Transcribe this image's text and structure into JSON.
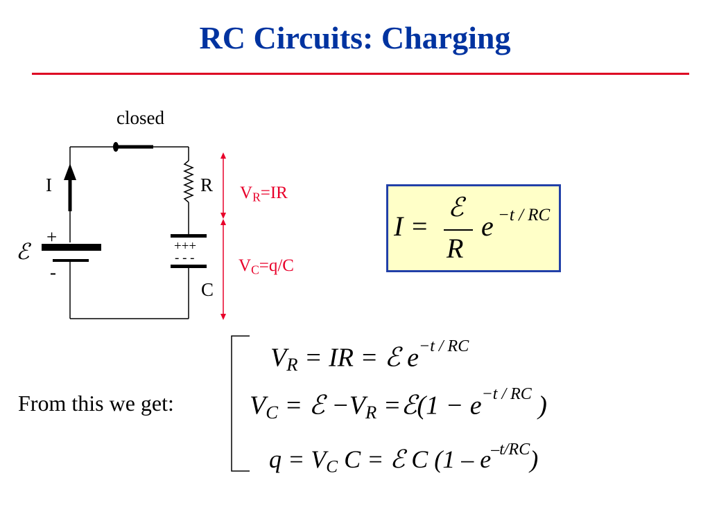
{
  "title": "RC Circuits: Charging",
  "circuit": {
    "switch_label": "closed",
    "current_label": "I",
    "resistor_label": "R",
    "capacitor_label": "C",
    "plus_sign": "+",
    "minus_sign": "-",
    "capacitor_plus": "+++",
    "capacitor_minus": "- - -",
    "emf_symbol": "ℰ",
    "vr_label": {
      "main": "V",
      "sub": "R",
      "rest": "=IR"
    },
    "vc_label": {
      "main": "V",
      "sub": "C",
      "rest": "=q/C"
    }
  },
  "boxed_equation": {
    "lhs": "I =",
    "numerator": "ℰ",
    "denominator": "R",
    "base": "e",
    "exponent": "−t / RC"
  },
  "from_text": "From this we get:",
  "equations": {
    "eq1": {
      "v": "V",
      "sub": "R",
      "mid": " = IR = ",
      "emf": "ℰ",
      "e": " e",
      "exp": "−t / RC"
    },
    "eq2": {
      "v": "V",
      "sub": "C",
      "eq": " = ",
      "emf": "ℰ",
      "minus": " −V",
      "sub2": "R",
      "eq2": " =",
      "emf2": "ℰ",
      "paren": "(1 − e",
      "exp": "−t / RC",
      "close": " )"
    },
    "eq3": {
      "q": "q = V",
      "sub": "C",
      "c": " C = ",
      "emf": "ℰ",
      "rest": " C (1 – e",
      "exp": "–t/RC",
      "close": ")"
    }
  }
}
